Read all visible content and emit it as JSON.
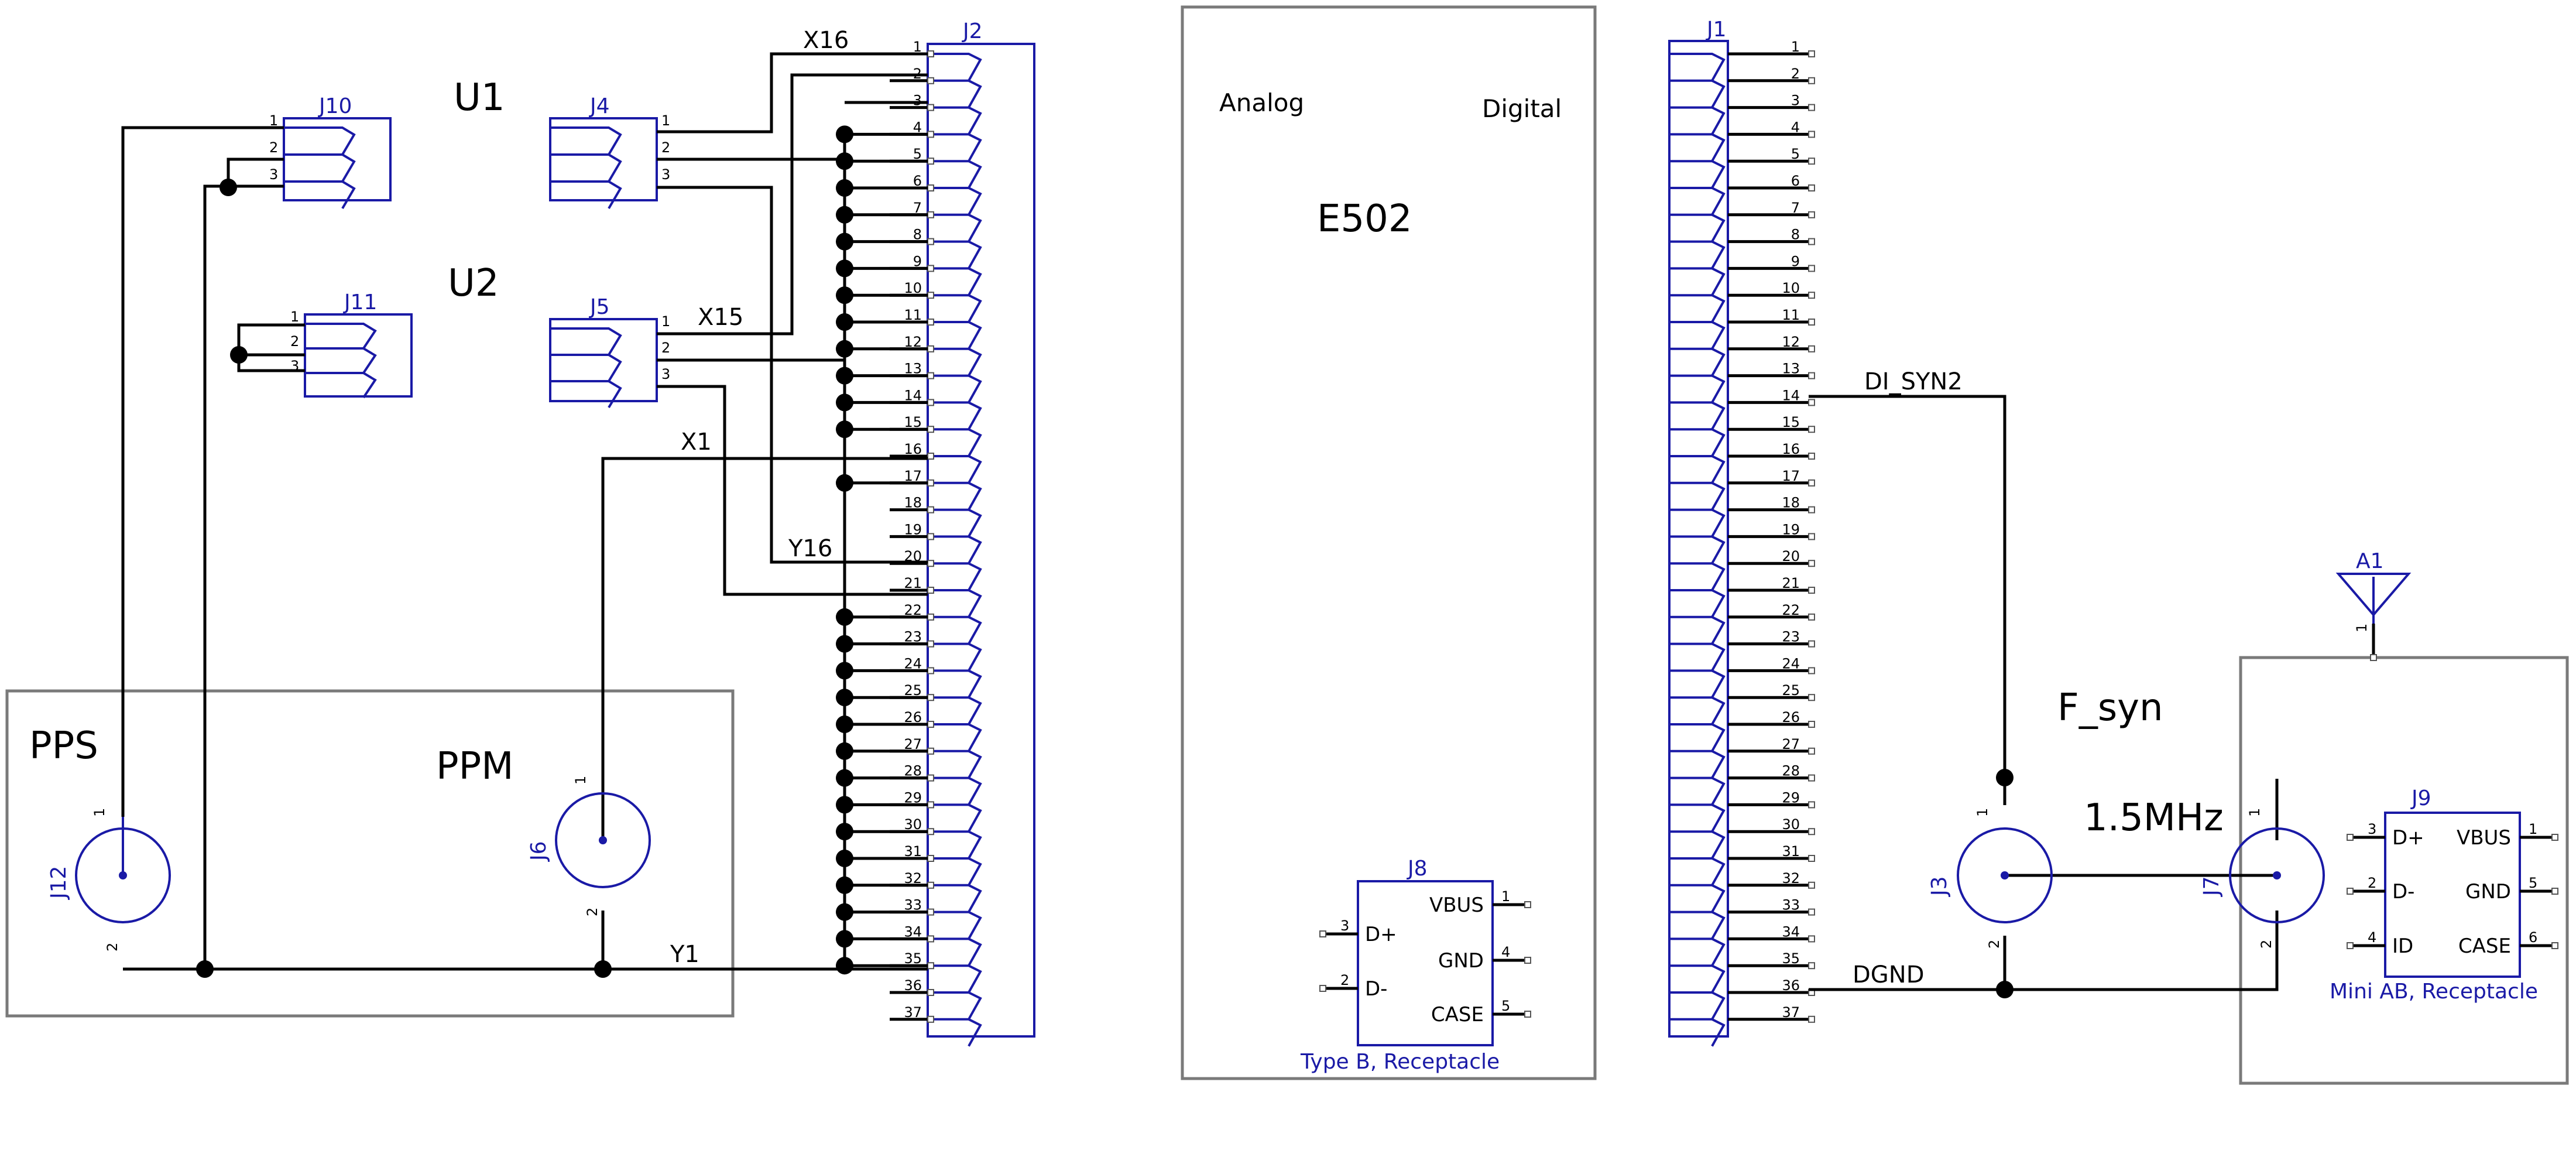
{
  "labels": {
    "u1": "U1",
    "u2": "U2",
    "analog": "Analog",
    "digital": "Digital",
    "e502": "E502",
    "pps": "PPS",
    "ppm": "PPM",
    "f_syn": "F_syn",
    "freq": "1.5MHz"
  },
  "nets": {
    "x16": "X16",
    "x15": "X15",
    "x1": "X1",
    "y16": "Y16",
    "y1": "Y1",
    "di_syn2": "DI_SYN2",
    "dgnd": "DGND"
  },
  "connectors": {
    "j1": "J1",
    "j2": "J2",
    "j3": "J3",
    "j4": "J4",
    "j5": "J5",
    "j6": "J6",
    "j7": "J7",
    "j8": "J8",
    "j9": "J9",
    "j10": "J10",
    "j11": "J11",
    "j12": "J12",
    "a1": "A1"
  },
  "j8": {
    "type": "Type B, Receptacle",
    "pins": [
      {
        "num": "1",
        "name": "VBUS"
      },
      {
        "num": "3",
        "name": "D+"
      },
      {
        "num": "4",
        "name": "GND"
      },
      {
        "num": "2",
        "name": "D-"
      },
      {
        "num": "5",
        "name": "CASE"
      }
    ]
  },
  "j9": {
    "type": "Mini AB, Receptacle",
    "pins": [
      {
        "num": "3",
        "name": "D+"
      },
      {
        "num": "1",
        "name": "VBUS"
      },
      {
        "num": "2",
        "name": "D-"
      },
      {
        "num": "5",
        "name": "GND"
      },
      {
        "num": "4",
        "name": "ID"
      },
      {
        "num": "6",
        "name": "CASE"
      }
    ]
  },
  "pin_numbers_37": [
    "1",
    "2",
    "3",
    "4",
    "5",
    "6",
    "7",
    "8",
    "9",
    "10",
    "11",
    "12",
    "13",
    "14",
    "15",
    "16",
    "17",
    "18",
    "19",
    "20",
    "21",
    "22",
    "23",
    "24",
    "25",
    "26",
    "27",
    "28",
    "29",
    "30",
    "31",
    "32",
    "33",
    "34",
    "35",
    "36",
    "37"
  ],
  "pin_numbers_3": [
    "1",
    "2",
    "3"
  ],
  "coax_pins": {
    "center": "1",
    "shield": "2"
  },
  "a1_pin": "1",
  "colors": {
    "component": "#1a1aa6",
    "wire": "#000000",
    "frame": "#7a7a7a"
  }
}
